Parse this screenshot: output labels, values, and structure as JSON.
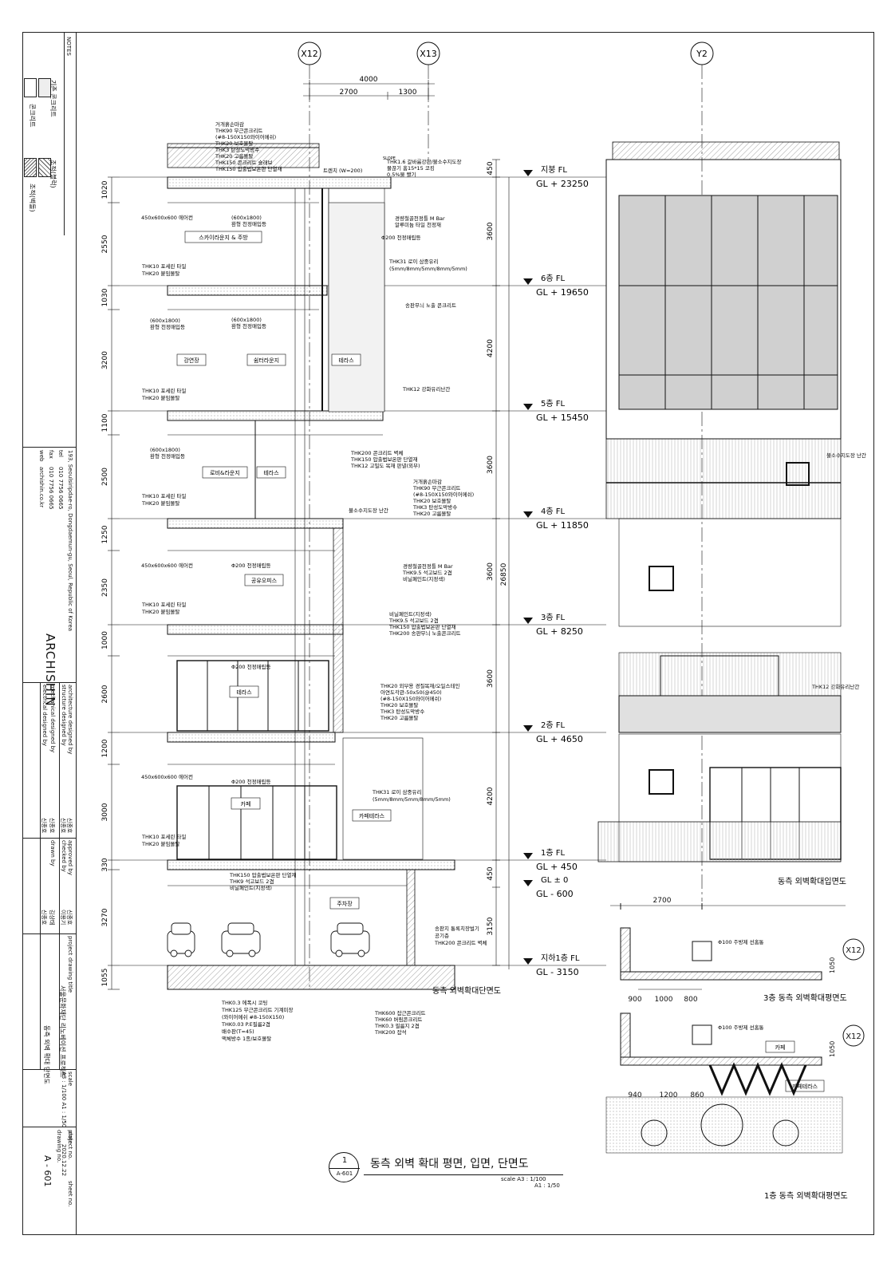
{
  "notes": {
    "header": "NOTES",
    "legend": [
      {
        "label": "기존 콘크리트"
      },
      {
        "label": "콘크리트"
      },
      {
        "label": "조적(블럭)"
      },
      {
        "label": "조적(벽돌)"
      }
    ]
  },
  "office": {
    "address": "193, Seoulsiripdae-ro, Dongdaemun-gu, Seoul, Republic of Korea",
    "tel_label": "tel",
    "tel": "010 7756 0665",
    "fax_label": "fax",
    "fax": "010 7756 0665",
    "web_label": "web",
    "web": "archishin.co.kr",
    "name": "ARCHISHIN"
  },
  "credits": {
    "architecture": "architecture designed by",
    "architecture_by": "신종호",
    "structure": "structure designed by",
    "structure_by": "신종호",
    "mechanical": "mechanical designed by",
    "mechanical_by": "신종호",
    "electrical": "electrical designed by",
    "electrical_by": "신종호",
    "approved": "approved by",
    "approved_by": "신종호",
    "checked": "checked by",
    "checked_by": "이용기",
    "drawn": "drawn by",
    "drawn_by": "김상태",
    "drawn_by2": "신종호"
  },
  "titleblock": {
    "project_label": "project",
    "project": "서울문화재단 리노베이션 프로젝트",
    "title_label": "drawing title",
    "title": "동측 외벽 확대 단면도",
    "scale_label": "scale",
    "scale": "A3 : 1/100   A1 : 1/50",
    "date_label": "date",
    "date": "2020.12.22",
    "number_label": "drawing no.",
    "number": "A - 601",
    "project_no_label": "project no.",
    "sheet_no_label": "sheet no."
  },
  "grid": {
    "x12": "X12",
    "x13": "X13",
    "y2": "Y2"
  },
  "top_dims": {
    "total": "4000",
    "left": "2700",
    "right": "1300"
  },
  "floors": [
    {
      "name": "지붕 FL",
      "gl": "GL + 23250"
    },
    {
      "name": "6층 FL",
      "gl": "GL + 19650"
    },
    {
      "name": "5층 FL",
      "gl": "GL + 15450"
    },
    {
      "name": "4층 FL",
      "gl": "GL + 11850"
    },
    {
      "name": "3층 FL",
      "gl": "GL + 8250"
    },
    {
      "name": "2층 FL",
      "gl": "GL + 4650"
    },
    {
      "name": "1층 FL",
      "gl": "GL + 450"
    },
    {
      "name": "GL ± 0",
      "gl": "GL - 600"
    },
    {
      "name": "지하1층 FL",
      "gl": "GL - 3150"
    }
  ],
  "left_dims": [
    "1020",
    "2550",
    "1030",
    "3200",
    "1100",
    "2500",
    "1250",
    "2350",
    "1000",
    "2600",
    "1200",
    "3000",
    "330",
    "3270",
    "1055"
  ],
  "mid_dims": [
    "450",
    "3600",
    "4200",
    "3600",
    "3600",
    "3600",
    "4200",
    "450",
    "3150"
  ],
  "total_dim": "26850",
  "rooms": [
    "스카이라운지 & 주방",
    "강연장",
    "쉼터라운지",
    "테라스",
    "로비&라운지",
    "테라스",
    "공유오피스",
    "테라스",
    "카페",
    "카페테라스",
    "주차장",
    "카페",
    "카페테라스"
  ],
  "notes_section": [
    "거개흙손마감",
    "THK90 무근콘크리트",
    "(#8-150X150와이어메쉬)",
    "THK20 보호몰탈",
    "THK3 탄성도막방수",
    "THK20 고름몰탈",
    "THK150 콘크리트 슬래브",
    "THK150 압출법보온판 단열재",
    "THK1.6 갈바륨강판/불소수지도장",
    "물끊기 홈15*15 코킹",
    "0.5%물 빨기",
    "트렌치 (W=200)",
    "SLOPE",
    "경량철골천정틀 M Bar",
    "알루미늄 타일 천정재",
    "Φ200 천정매립등",
    "THK31 로이 삼중유리",
    "(5mm/8mm/5mm/8mm/5mm)",
    "송판무늬 노출 콘크리트",
    "THK12 강화유리난간",
    "THK200 콘크리트 벽체",
    "THK150 압출법보온판 단열재",
    "THK12 고밀도 목재 판넬(외부)",
    "불소수지도장 난간",
    "경량철골천정틀 M Bar",
    "THK9.5 석고보드 2겹",
    "비닐페인트(지정색)",
    "비닐페인트(지정색)",
    "THK9.5 석고보드 2겹",
    "THK150 압출법보온판 단열재",
    "THK200 송판무늬 노출콘크리트",
    "THK20 외부용 경질목재/오일스테인",
    "아연도각관-50x50(@450)",
    "THK20 보호몰탈",
    "THK3 탄성도막방수",
    "THK20 고름몰탈",
    "THK31 로이 삼중유리",
    "(5mm/8mm/5mm/8mm/5mm)",
    "THK150 압출법보온판 단열재",
    "THK9 석고보드 2겹",
    "비닐페인트(지정색)",
    "송판지 통록치장벌기",
    "공기층",
    "THK200 콘크리트 벽체",
    "THK0.3 에폭시 코팅",
    "THK125 무근콘크리트 기계미장",
    "(와이어메쉬 #8-150X150)",
    "THK0.03 P.E필름2겹",
    "배수판(T=45)",
    "액체방수 1종/보호몰탈",
    "THK600 잡근콘크리트",
    "THK60 버림콘크리트",
    "THK0.3 필름지 2겹",
    "THK200 잡석",
    "THK10 포세린 타일",
    "THK20 붙임몰탈",
    "450x600x600 에어컨",
    "(600x1800)",
    "환형 천정매입등",
    "Φ100 주방제 선홈통"
  ],
  "section_title": "동측 외벽확대단면도",
  "elev_title": "동측 외벽확대입면도",
  "plan3_title": "3층 동측 외벽확대평면도",
  "plan1_title": "1층 동측 외벽확대평면도",
  "plan_dims": {
    "top": "2700",
    "a": "900",
    "b": "1000",
    "c": "800",
    "d": "940",
    "e": "1200",
    "f": "860",
    "v1": "1050",
    "v2": "1050"
  },
  "main_title": "동측 외벽 확대 평면, 입면, 단면도",
  "main_num": "1",
  "main_ref": "A-601",
  "main_scale": "scale  A3 : 1/100",
  "main_scale2": "A1 : 1/50",
  "colors": {
    "line": "#111111",
    "hatch": "#888888",
    "glass": "#c8c8c8"
  }
}
